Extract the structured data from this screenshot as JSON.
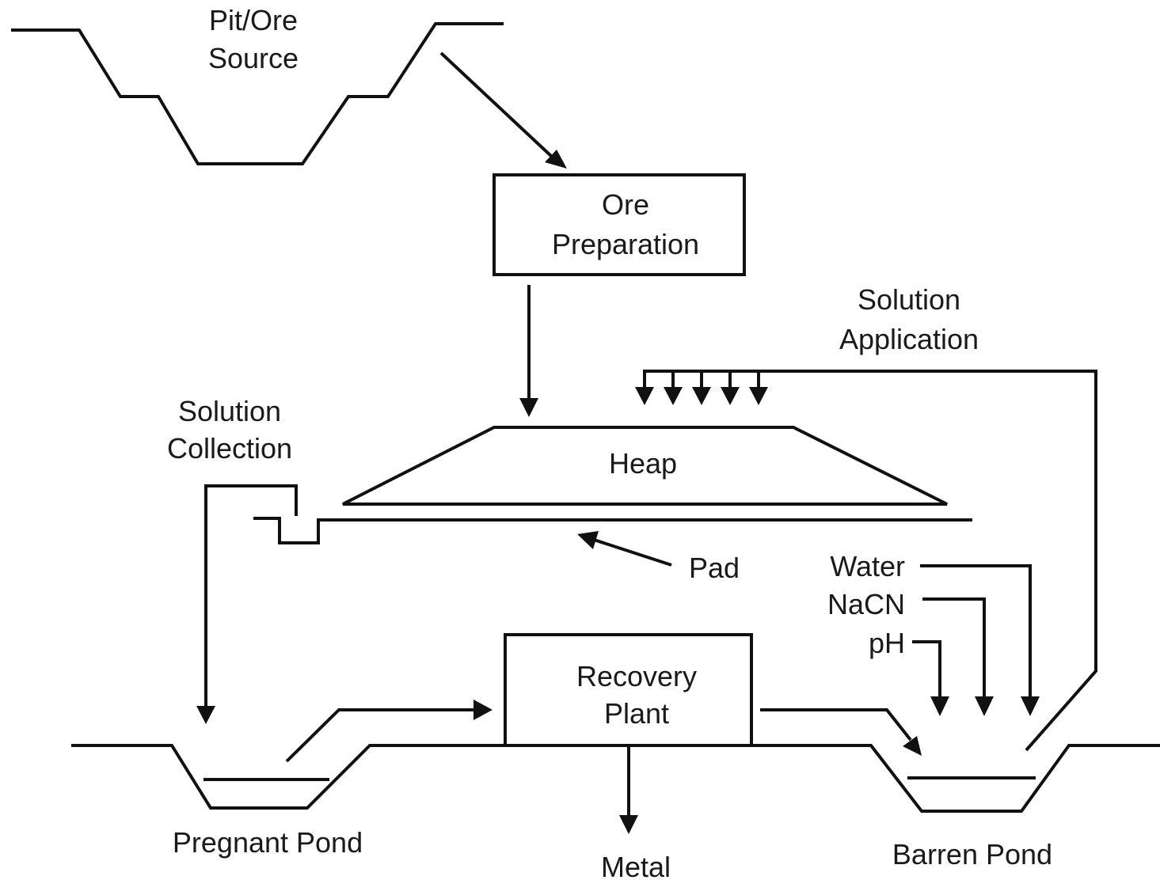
{
  "labels": {
    "pit_line1": "Pit/Ore",
    "pit_line2": "Source",
    "ore_prep_line1": "Ore",
    "ore_prep_line2": "Preparation",
    "solution_application_line1": "Solution",
    "solution_application_line2": "Application",
    "solution_collection_line1": "Solution",
    "solution_collection_line2": "Collection",
    "heap": "Heap",
    "pad": "Pad",
    "water": "Water",
    "nacn": "NaCN",
    "ph": "pH",
    "recovery_line1": "Recovery",
    "recovery_line2": "Plant",
    "pregnant_pond": "Pregnant Pond",
    "metal": "Metal",
    "barren_pond": "Barren Pond"
  },
  "colors": {
    "line": "#111111",
    "text": "#1a1a1a",
    "background": "#ffffff"
  }
}
